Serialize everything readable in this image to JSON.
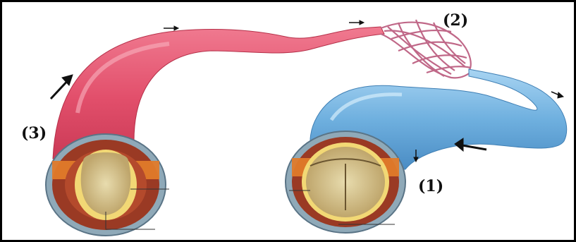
{
  "labels": {
    "label_1": "(1)",
    "label_2": "(2)",
    "label_3": "(3)"
  },
  "colors": {
    "artery": "#e85a74",
    "vein": "#6fb3e3",
    "capillary": "#c06888",
    "wall_outer": "#9a3a24",
    "wall_middle": "#e07a2a",
    "lumen": "#d8c79a",
    "border": "#000000"
  },
  "structures": [
    "artery",
    "capillary-network",
    "vein"
  ]
}
